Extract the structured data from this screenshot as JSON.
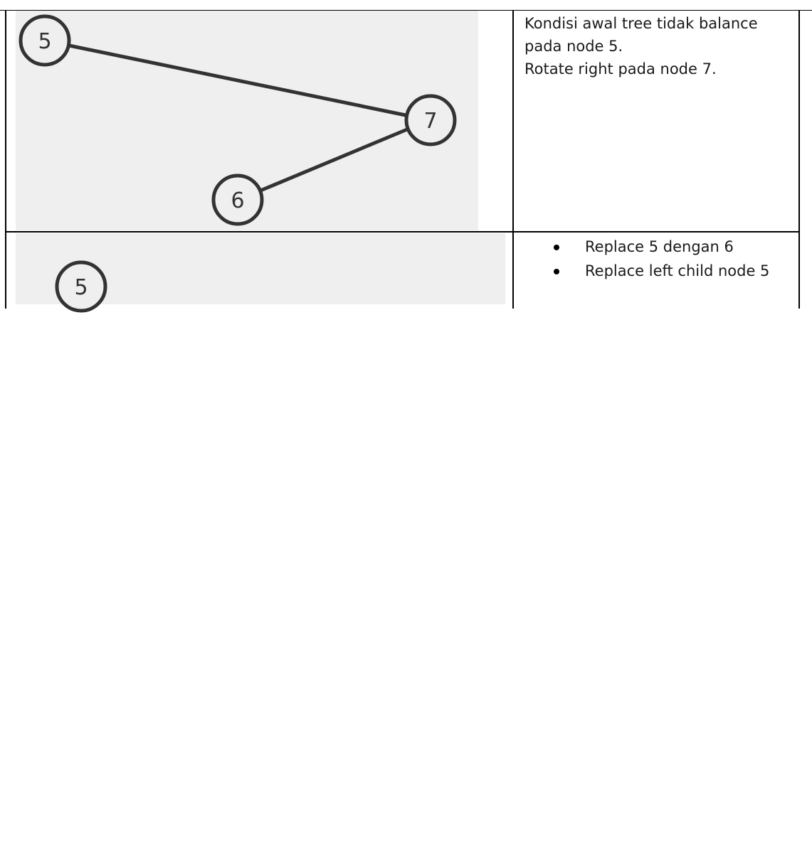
{
  "row1": {
    "tree": {
      "nodes": [
        {
          "id": "n5",
          "label": "5"
        },
        {
          "id": "n7",
          "label": "7"
        },
        {
          "id": "n6",
          "label": "6"
        }
      ],
      "edges": [
        {
          "from": "5",
          "to": "7"
        },
        {
          "from": "7",
          "to": "6"
        }
      ]
    },
    "description": [
      "Kondisi awal tree tidak balance",
      "pada node 5.",
      "Rotate right pada node 7."
    ]
  },
  "row2": {
    "tree": {
      "nodes": [
        {
          "id": "n5",
          "label": "5"
        }
      ]
    },
    "steps": [
      "Replace 5 dengan 6",
      "Replace left child node 5"
    ]
  }
}
